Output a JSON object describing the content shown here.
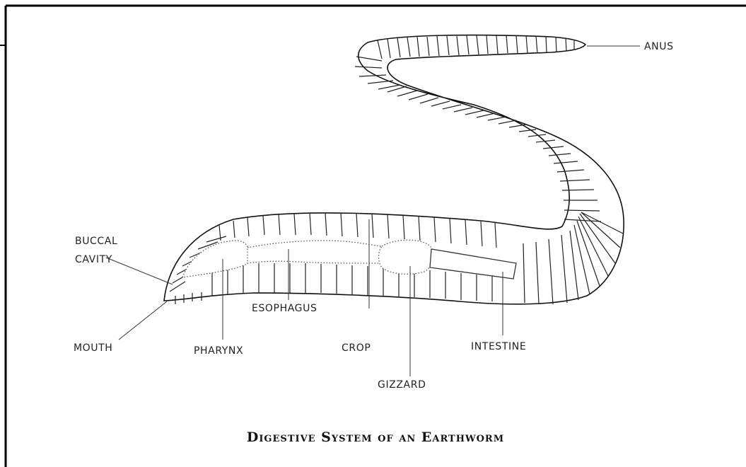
{
  "diagram": {
    "title": "Digestive System of an Earthworm",
    "labels": {
      "anus": "ANUS",
      "buccal_line1": "BUCCAL",
      "buccal_line2": "CAVITY",
      "mouth": "MOUTH",
      "pharynx": "PHARYNX",
      "esophagus": "ESOPHAGUS",
      "crop": "CROP",
      "gizzard": "GIZZARD",
      "intestine": "INTESTINE"
    }
  },
  "colors": {
    "background": "#ffffff",
    "ink": "#111111",
    "frame": "#000000"
  }
}
